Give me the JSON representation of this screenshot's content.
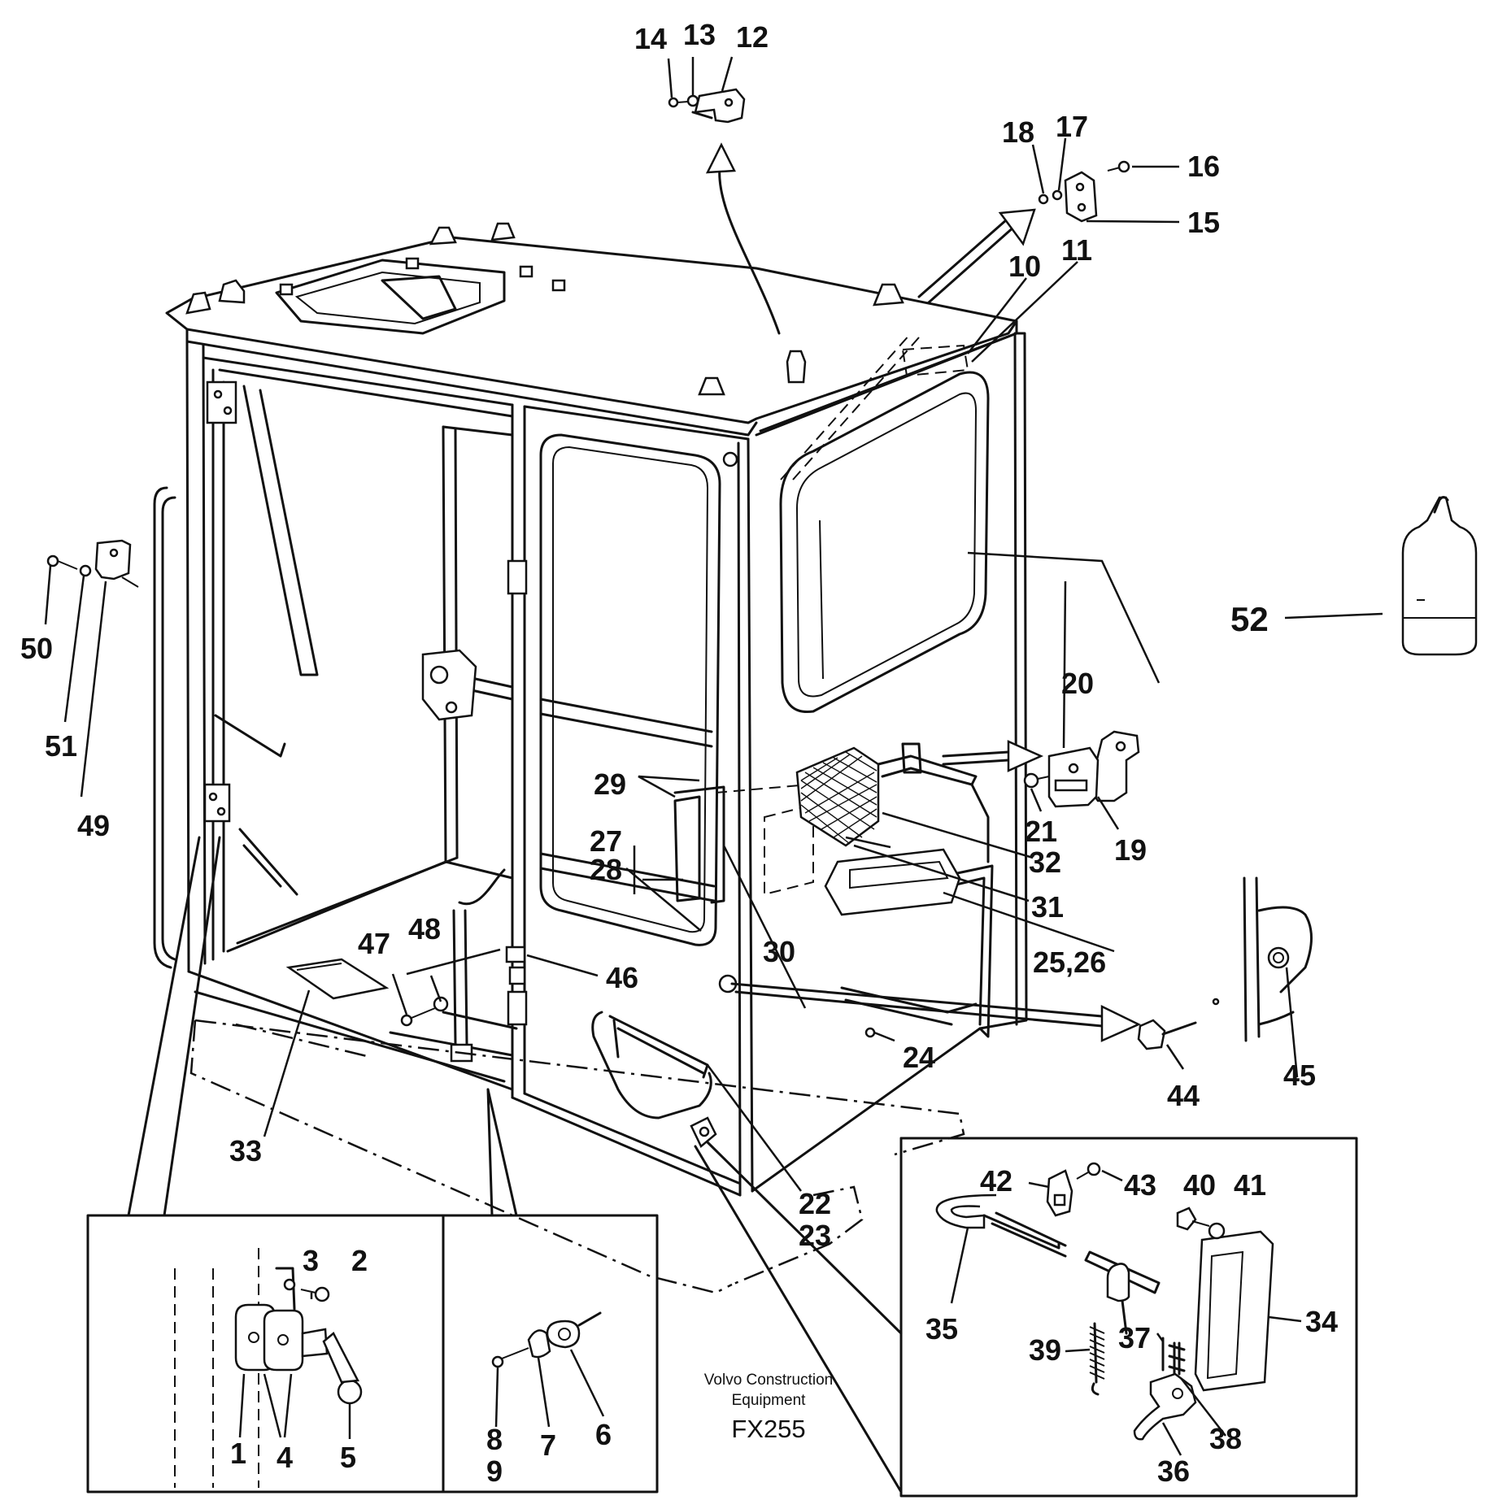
{
  "caption": {
    "line1": "Volvo Construction",
    "line2": "Equipment",
    "code": "FX255"
  },
  "labels": {
    "l1": "1",
    "l2": "2",
    "l3": "3",
    "l4": "4",
    "l5": "5",
    "l6": "6",
    "l7": "7",
    "l8": "8",
    "l9": "9",
    "l10": "10",
    "l11": "11",
    "l12": "12",
    "l13": "13",
    "l14": "14",
    "l15": "15",
    "l16": "16",
    "l17": "17",
    "l18": "18",
    "l19": "19",
    "l20": "20",
    "l21": "21",
    "l22": "22",
    "l23": "23",
    "l24": "24",
    "l25_26": "25,26",
    "l27": "27",
    "l28": "28",
    "l29": "29",
    "l30": "30",
    "l31": "31",
    "l32": "32",
    "l33": "33",
    "l34": "34",
    "l35": "35",
    "l36": "36",
    "l37": "37",
    "l38": "38",
    "l39": "39",
    "l40": "40",
    "l41": "41",
    "l42": "42",
    "l43": "43",
    "l44": "44",
    "l45": "45",
    "l46": "46",
    "l47": "47",
    "l48": "48",
    "l49": "49",
    "l50": "50",
    "l51": "51",
    "l52": "52"
  }
}
